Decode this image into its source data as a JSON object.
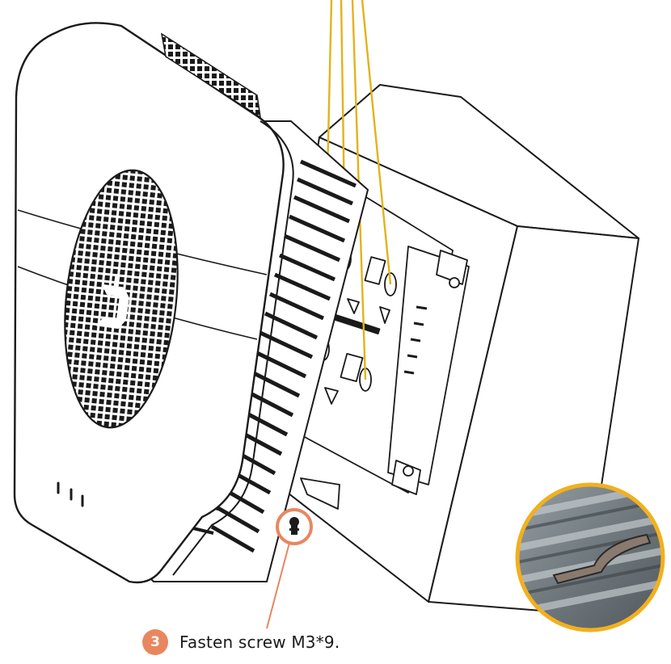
{
  "step": {
    "number": "3",
    "instruction": "Fasten screw M3*9."
  },
  "colors": {
    "accent": "#E8875F",
    "guide_line": "#E3B21C",
    "inset_ring": "#F2B01E",
    "outline": "#1a1a1a"
  },
  "icons": [
    "screw-icon",
    "heatsink-fins",
    "vent-grille",
    "mounting-bracket"
  ]
}
